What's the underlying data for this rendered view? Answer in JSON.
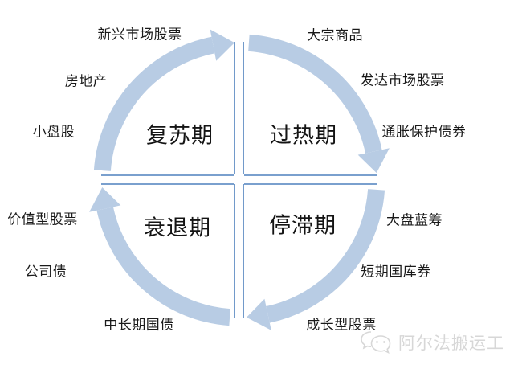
{
  "cycle": {
    "quadrants": {
      "recovery": "复苏期",
      "overheat": "过热期",
      "recession": "衰退期",
      "stagnation": "停滞期"
    },
    "assets": {
      "emerging_market_stocks": "新兴市场股票",
      "commodities": "大宗商品",
      "real_estate": "房地产",
      "developed_market_stocks": "发达市场股票",
      "small_cap_stocks": "小盘股",
      "inflation_protected_bonds": "通胀保护债券",
      "value_stocks": "价值型股票",
      "large_cap_blue_chips": "大盘蓝筹",
      "corporate_bonds": "公司债",
      "short_term_treasury_bills": "短期国库券",
      "mid_long_term_government_bonds": "中长期国债",
      "growth_stocks": "成长型股票"
    },
    "flow_direction": "clockwise"
  },
  "watermark": {
    "text": "阿尔法搬运工",
    "icon": "chat-bubbles-logo-icon"
  },
  "colors": {
    "arc": "#b8cce4",
    "axis": "#4f81bd",
    "text": "#1a1a1a",
    "watermark": "#d7d7d7",
    "background": "#ffffff"
  }
}
